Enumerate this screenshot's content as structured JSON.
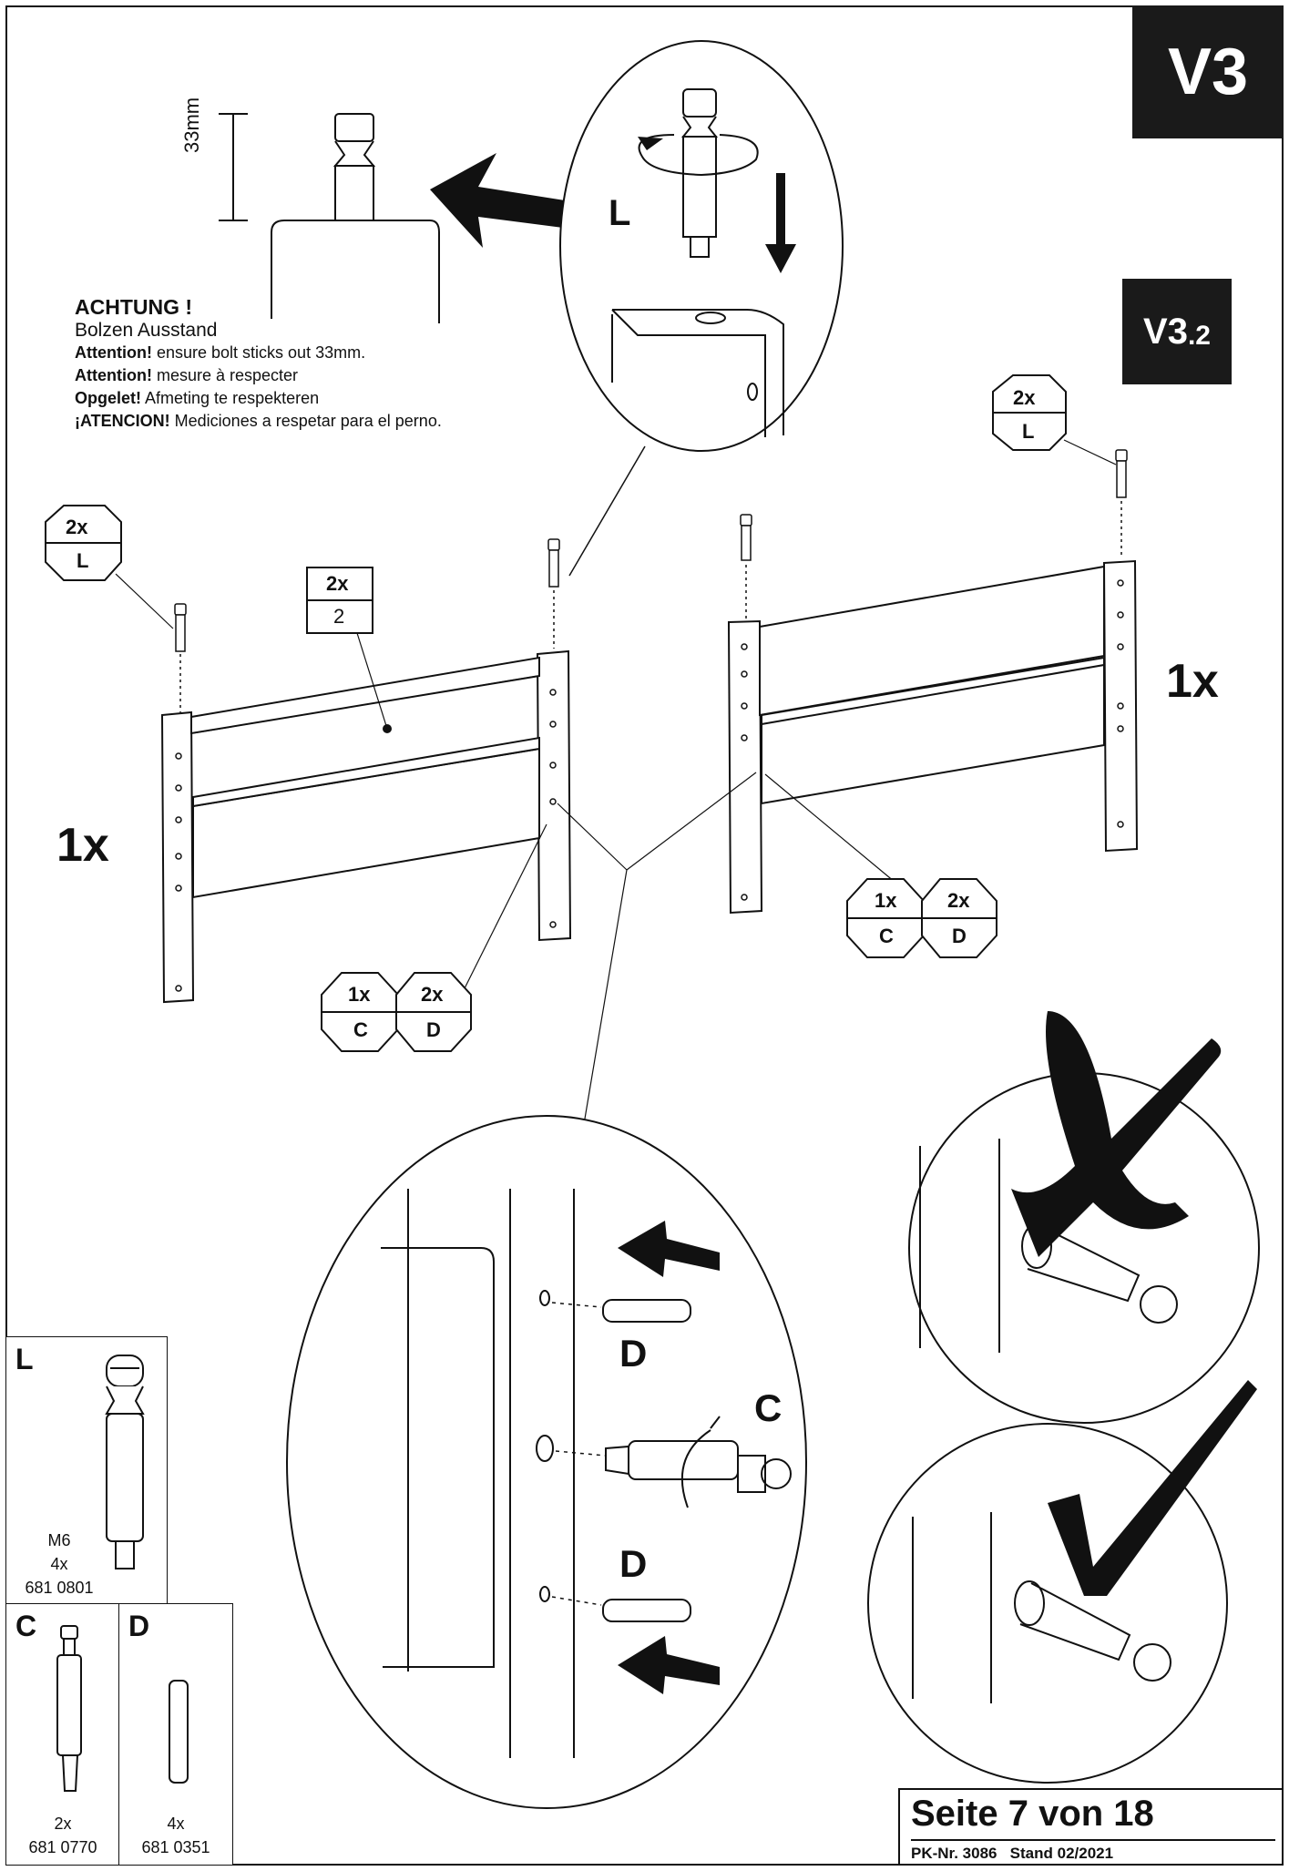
{
  "step": {
    "main": "V3",
    "sub_main": "V3",
    "sub_index": ".2"
  },
  "warning": {
    "title": "ACHTUNG !",
    "de": "Bolzen Ausstand",
    "en_bold": "Attention!",
    "en_text": " ensure bolt sticks out 33mm.",
    "fr_bold": "Attention!",
    "fr_text": " mesure à respecter",
    "nl_bold": "Opgelet!",
    "nl_text": " Afmeting te respekteren",
    "es_bold": "¡ATENCION!",
    "es_text": " Mediciones a respetar para el perno."
  },
  "dimension": "33mm",
  "callouts": {
    "bolt_letter": "L",
    "left_bolt_qty": "2x",
    "left_bolt_code": "L",
    "panel_qty": "2x",
    "panel_code": "2",
    "right_bolt_qty": "2x",
    "right_bolt_code": "L",
    "left_c_qty": "1x",
    "left_c_code": "C",
    "left_d_qty": "2x",
    "left_d_code": "D",
    "right_c_qty": "1x",
    "right_c_code": "C",
    "right_d_qty": "2x",
    "right_d_code": "D"
  },
  "quantities": {
    "left_frame": "1x",
    "right_frame": "1x"
  },
  "detail": {
    "d_top": "D",
    "c": "C",
    "d_bottom": "D"
  },
  "parts": [
    {
      "code": "L",
      "size": "M6",
      "qty": "4x",
      "number": "681 0801"
    },
    {
      "code": "C",
      "qty": "2x",
      "number": "681 0770"
    },
    {
      "code": "D",
      "qty": "4x",
      "number": "681 0351"
    }
  ],
  "footer": {
    "page": "Seite 7 von 18",
    "pk": "PK-Nr. 3086",
    "stand": "Stand 02/2021"
  }
}
